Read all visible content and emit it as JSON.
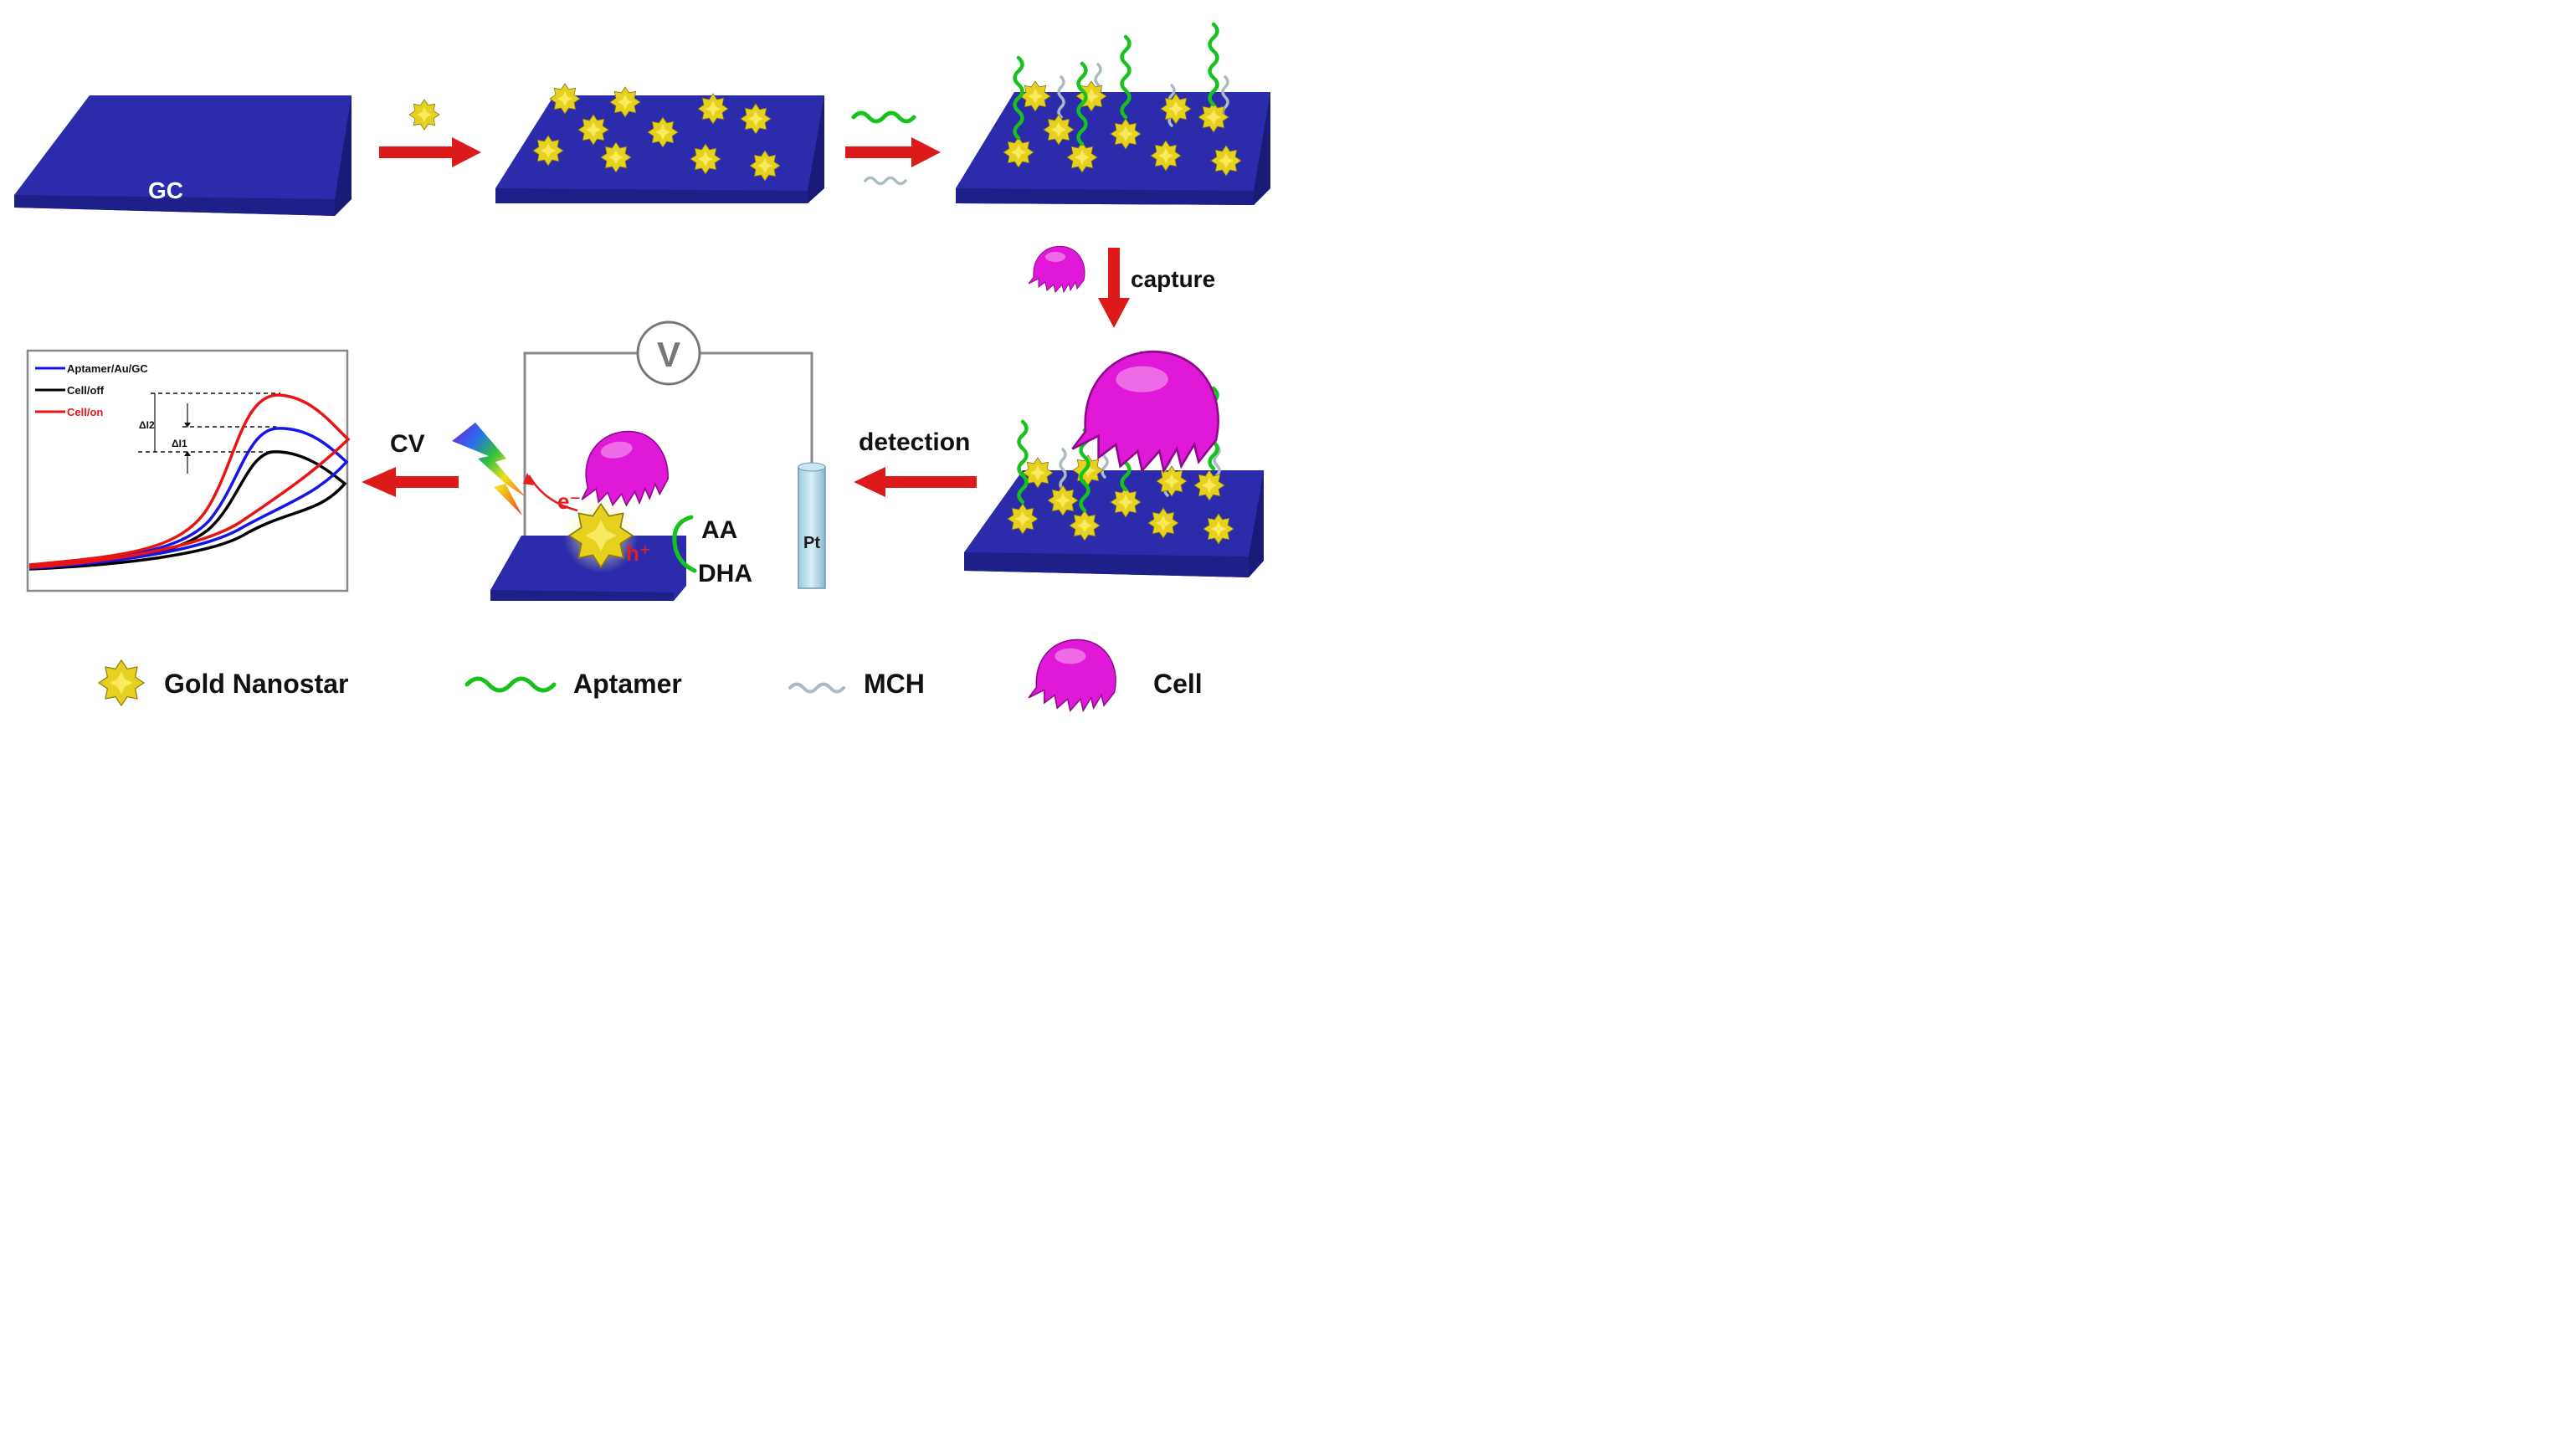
{
  "substrate": {
    "label": "GC"
  },
  "arrows": {
    "capture_label": "capture",
    "detection_label": "detection",
    "cv_label": "CV"
  },
  "cell_stage": {
    "electron_label": "e⁻",
    "hole_label": "h⁺",
    "aa_label": "AA",
    "dha_label": "DHA",
    "voltmeter_label": "V",
    "counter_electrode_label": "Pt"
  },
  "plot": {
    "legend": [
      {
        "label": "Aptamer/Au/GC",
        "color": "#1515e6"
      },
      {
        "label": "Cell/off",
        "color": "#000000"
      },
      {
        "label": "Cell/on",
        "color": "#e81414"
      }
    ],
    "delta_i2_label": "ΔI2",
    "delta_i1_label": "ΔI1"
  },
  "legend": {
    "gold_nanostar": "Gold Nanostar",
    "aptamer": "Aptamer",
    "mch": "MCH",
    "cell": "Cell"
  },
  "colors": {
    "substrate": "#2b2bab",
    "nanostar": "#e6d21e",
    "aptamer": "#16c21c",
    "mch": "#a9bcc2",
    "cell": "#e018d8",
    "arrow": "#dd1a1a"
  }
}
